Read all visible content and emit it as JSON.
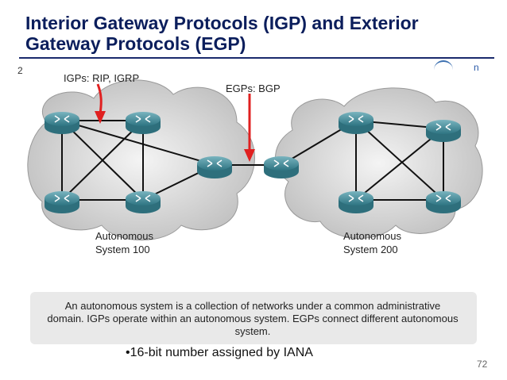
{
  "slide": {
    "title": "Interior Gateway Protocols (IGP) and Exterior Gateway Protocols (EGP)",
    "corner_number": "2",
    "corner_letter": "n",
    "page_number": "72"
  },
  "diagram": {
    "igp_label": "IGPs: RIP, IGRP",
    "egp_label": "EGPs: BGP",
    "as1_line1": "Autonomous",
    "as1_line2": "System 100",
    "as2_line1": "Autonomous",
    "as2_line2": "System 200"
  },
  "caption": "An autonomous system is a collection of networks under a common administrative domain. IGPs operate within an autonomous system. EGPs connect different autonomous system.",
  "bullet": "•16-bit number assigned by IANA",
  "colors": {
    "arrow": "#e02020",
    "router": "#3f8c99",
    "title": "#0b1e5c"
  }
}
